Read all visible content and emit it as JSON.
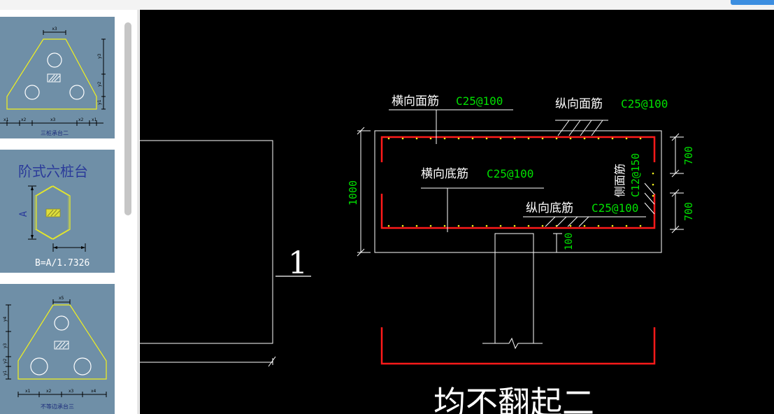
{
  "sidebar": {
    "items": [
      {
        "caption": "三桩承台二",
        "dims": [
          "x1",
          "x2",
          "x3",
          "x2",
          "x1",
          "y1",
          "y2",
          "y3"
        ]
      },
      {
        "title": "阶式六桩台",
        "dim_a": "A",
        "dim_b": "B=A/1.7326"
      },
      {
        "caption": "不等边承台三",
        "dims": [
          "x5",
          "y4",
          "y3",
          "y2",
          "y1",
          "x1",
          "x2",
          "x3",
          "x4"
        ]
      }
    ]
  },
  "drawing": {
    "label_1": "1",
    "rebar": {
      "top_transverse": {
        "name": "横向面筋",
        "spec": "C25@100"
      },
      "top_longitudinal": {
        "name": "纵向面筋",
        "spec": "C25@100"
      },
      "bottom_transverse": {
        "name": "横向底筋",
        "spec": "C25@100"
      },
      "bottom_longitudinal": {
        "name": "纵向底筋",
        "spec": "C25@100"
      },
      "side": {
        "name": "侧面筋",
        "spec": "C12@150"
      }
    },
    "dims": {
      "height": "1000",
      "upper_right": "700",
      "lower_right": "700",
      "cover": "100"
    },
    "caption": "均不翻起二"
  },
  "colors": {
    "canvas_bg": "#000000",
    "thumb_bg": "#6f8fa7",
    "rebar_red": "#ff1a1a",
    "spec_green": "#00e000",
    "line_white": "#ffffff",
    "thumb_yellow": "#f2f21e",
    "title_blue": "#2a3a9a"
  }
}
